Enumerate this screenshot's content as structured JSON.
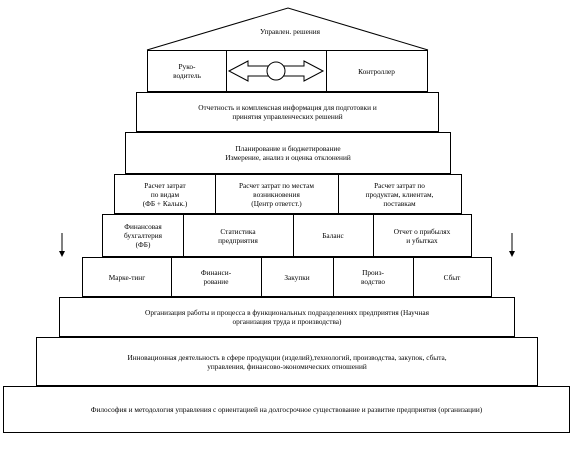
{
  "roof": {
    "title": "Управлен. решения"
  },
  "top_row": {
    "left": "Руко-\nводитель",
    "right": "Контроллер"
  },
  "row2": "Отчетность и комплексная информация для подготовки и\nпринятия управленческих решений",
  "row3": "Планирование и бюджетирование\nИзмерение, анализ и оценка отклонений",
  "row4": [
    "Расчет затрат\nпо видам\n(ФБ + Калык.)",
    "Расчет затрат по местам\nвозникновения\n(Центр ответст.)",
    "Расчет затрат по\nпродуктам, клиентам,\nпоставкам"
  ],
  "row5": [
    "Финансовая\nбухгалтерия\n(ФБ)",
    "Статистика\nпредприятия",
    "Баланс",
    "Отчет о прибылях\nи убытках"
  ],
  "row6": [
    "Марке-тинг",
    "Финанси-\nрование",
    "Закупки",
    "Произ-\nводство",
    "Сбыт"
  ],
  "row7": "Организация работы и процесса в функциональных подразделениях предприятия (Научная\nорганизация труда и производства)",
  "row8": "Инновационная деятельность в сфере продукции (изделий),технологий, производства, закупок, сбыта,\nуправления, финансово-экономических отношений",
  "row9": "Философия и методология управления с ориентацией на долгосрочное существование и развитие предприятия (организации)"
}
